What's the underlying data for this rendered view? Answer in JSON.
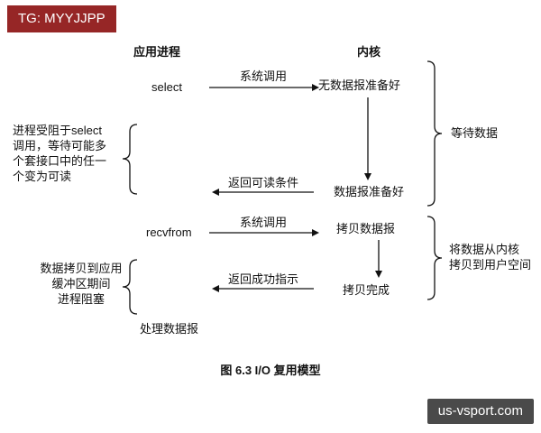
{
  "badges": {
    "top_left": "TG: MYYJJPP",
    "bottom_right": "us-vsport.com"
  },
  "diagram": {
    "headers": {
      "app_process": "应用进程",
      "kernel": "内核"
    },
    "app_column": {
      "select_label": "select",
      "recvfrom_label": "recvfrom",
      "process_datagram": "处理数据报"
    },
    "kernel_column": {
      "no_datagram_ready": "无数据报准备好",
      "datagram_ready": "数据报准备好",
      "copy_datagram": "拷贝数据报",
      "copy_complete": "拷贝完成"
    },
    "arrows": {
      "syscall_top": "系统调用",
      "return_readable": "返回可读条件",
      "syscall_bottom": "系统调用",
      "return_success": "返回成功指示"
    },
    "annotations": {
      "left_top": "进程受阻于select\n调用，等待可能多\n个套接口中的任一\n个变为可读",
      "left_bottom": "数据拷贝到应用\n缓冲区期间\n进程阻塞",
      "right_top": "等待数据",
      "right_bottom": "将数据从内核\n拷贝到用户空间"
    },
    "caption": "图 6.3  I/O 复用模型"
  }
}
